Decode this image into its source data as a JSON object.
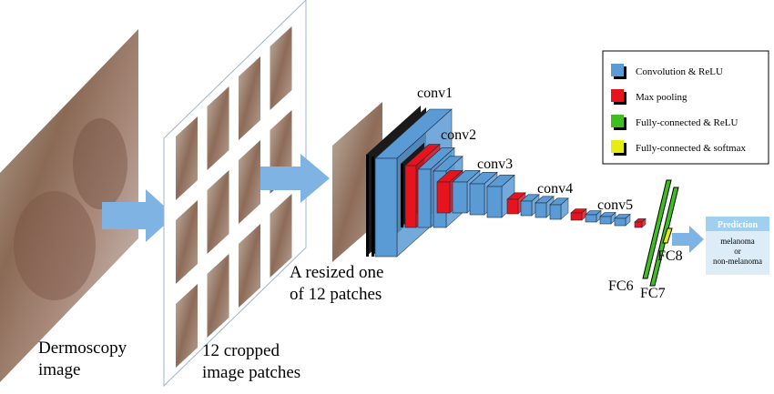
{
  "labels": {
    "input_line1": "Dermoscopy",
    "input_line2": "image",
    "patches_line1": "12 cropped",
    "patches_line2": "image patches",
    "resized_line1": "A resized one",
    "resized_line2": "of 12 patches",
    "conv1": "conv1",
    "conv2": "conv2",
    "conv3": "conv3",
    "conv4": "conv4",
    "conv5": "conv5",
    "fc6": "FC6",
    "fc7": "FC7",
    "fc8": "FC8"
  },
  "legend": {
    "items": [
      {
        "label": "Convolution & ReLU",
        "color": "#5b9bd5"
      },
      {
        "label": "Max pooling",
        "color": "#e8141d"
      },
      {
        "label": "Fully-connected & ReLU",
        "color": "#3fbf1f"
      },
      {
        "label": "Fully-connected & softmax",
        "color": "#e8ec10"
      }
    ]
  },
  "prediction": {
    "title": "Prediction",
    "line1": "melanoma",
    "line2": "or",
    "line3": "non-melanoma"
  },
  "colors": {
    "conv": "#5b9bd5",
    "pool": "#e8141d",
    "fc_relu": "#3fbf1f",
    "fc_softmax": "#e8ec10",
    "arrow": "#7fb3e3",
    "prediction_header": "#9fd0f0",
    "prediction_body": "#dcedf8"
  }
}
